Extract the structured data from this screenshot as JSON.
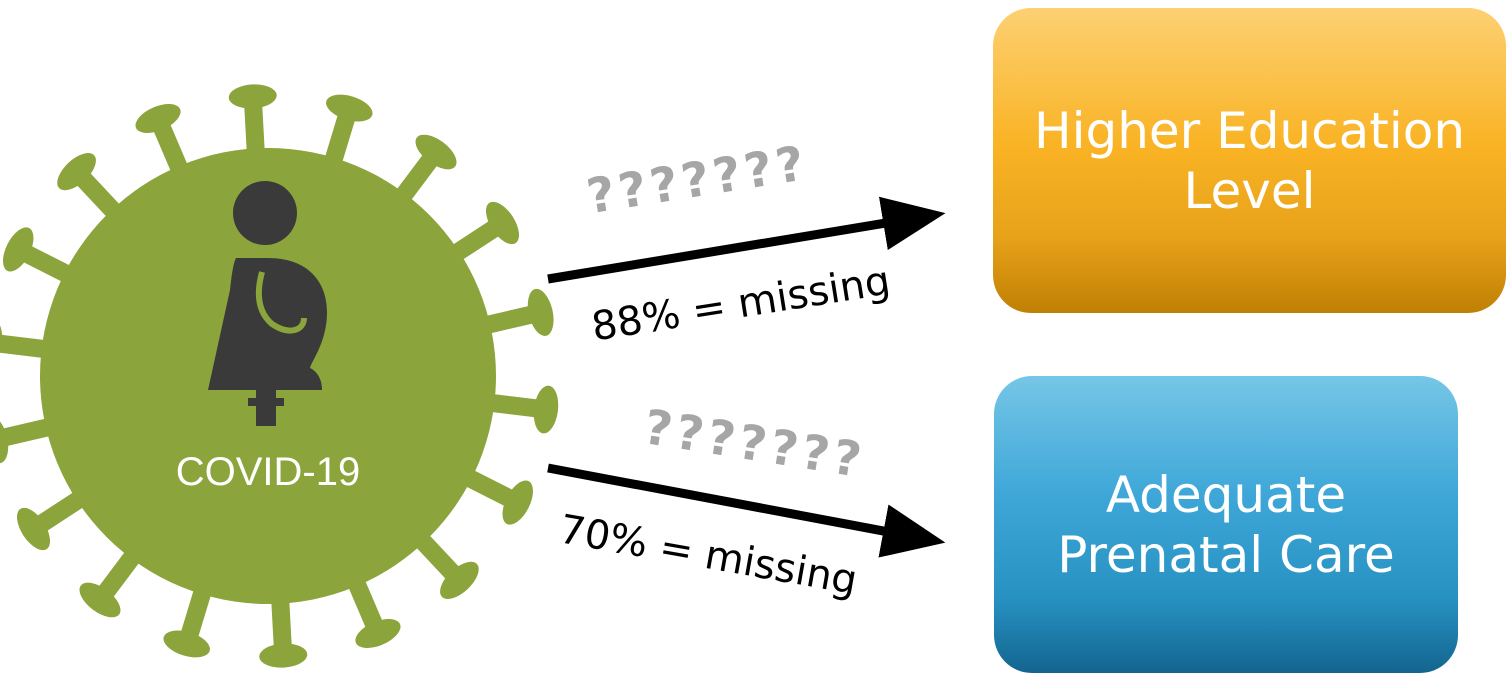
{
  "virus": {
    "label": "COVID-19",
    "body_color": "#8ba43b",
    "icon_color": "#3a3a3a",
    "icon": "pregnant-woman-icon"
  },
  "arrows": [
    {
      "question": "???????",
      "missing_label": "88% = missing",
      "target": "Higher Education Level"
    },
    {
      "question": "???????",
      "missing_label": "70% = missing",
      "target": "Adequate Prenatal Care"
    }
  ],
  "boxes": {
    "education": {
      "line1": "Higher Education",
      "line2": "Level",
      "color": "#f9b324"
    },
    "prenatal": {
      "line1": "Adequate",
      "line2": "Prenatal Care",
      "color": "#2a9bcf"
    }
  },
  "question_color": "#a6a6a6",
  "arrow_color": "#000000"
}
